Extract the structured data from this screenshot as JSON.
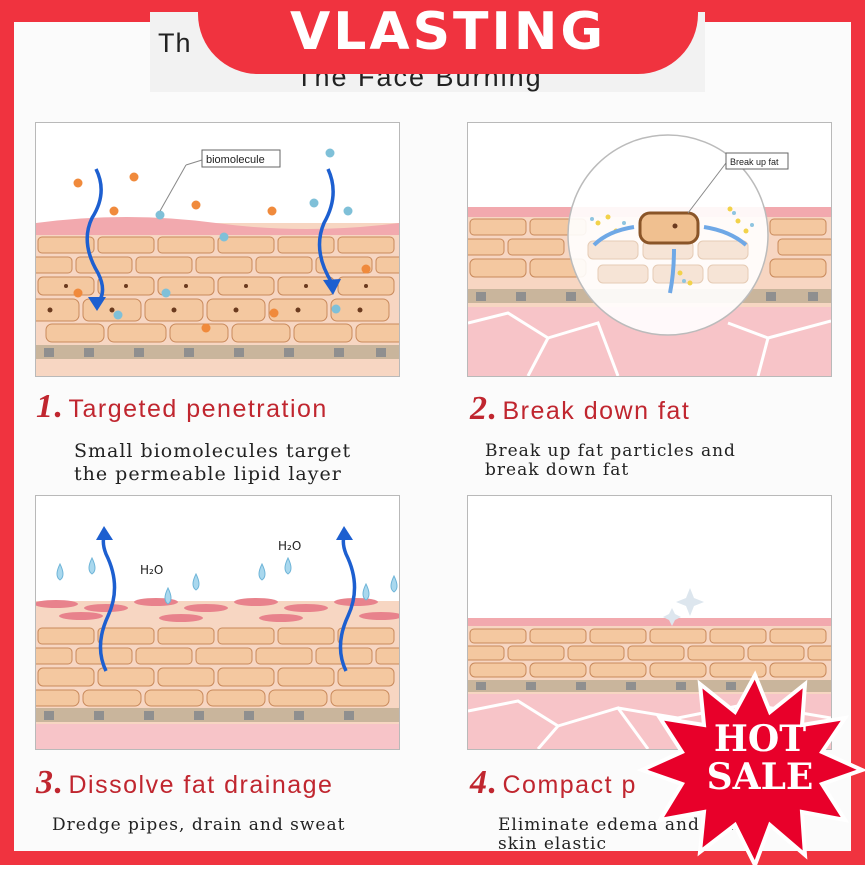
{
  "brand": {
    "name": "VLASTING"
  },
  "header": {
    "title_line1_start": "Th",
    "title_line1_end": "tes",
    "title_line2": "The Face Burning"
  },
  "panels": [
    {
      "step_number": "1.",
      "step_title": "Targeted penetration",
      "description": [
        "Small biomolecules target",
        "the permeable lipid layer"
      ],
      "callout": "biomolecule"
    },
    {
      "step_number": "2.",
      "step_title": "Break down fat",
      "description": [
        "Break up fat particles and",
        "break down fat"
      ],
      "callout": "Break up fat"
    },
    {
      "step_number": "3.",
      "step_title": "Dissolve fat drainage",
      "description": [
        "Dredge pipes, drain and sweat"
      ],
      "label_a": "H₂O",
      "label_b": "H₂O"
    },
    {
      "step_number": "4.",
      "step_title": "Compact p",
      "description": [
        "Eliminate edema and make",
        "skin elastic"
      ]
    }
  ],
  "badge": {
    "line1": "HOT",
    "line2": "SALE",
    "color": "#e8002a"
  },
  "colors": {
    "accent": "#f0333f",
    "step_red": "#c0262f",
    "cell_orange": "#f4c8a0",
    "skin_pink": "#f7c4c8",
    "arrow_blue": "#1d5fd0"
  }
}
